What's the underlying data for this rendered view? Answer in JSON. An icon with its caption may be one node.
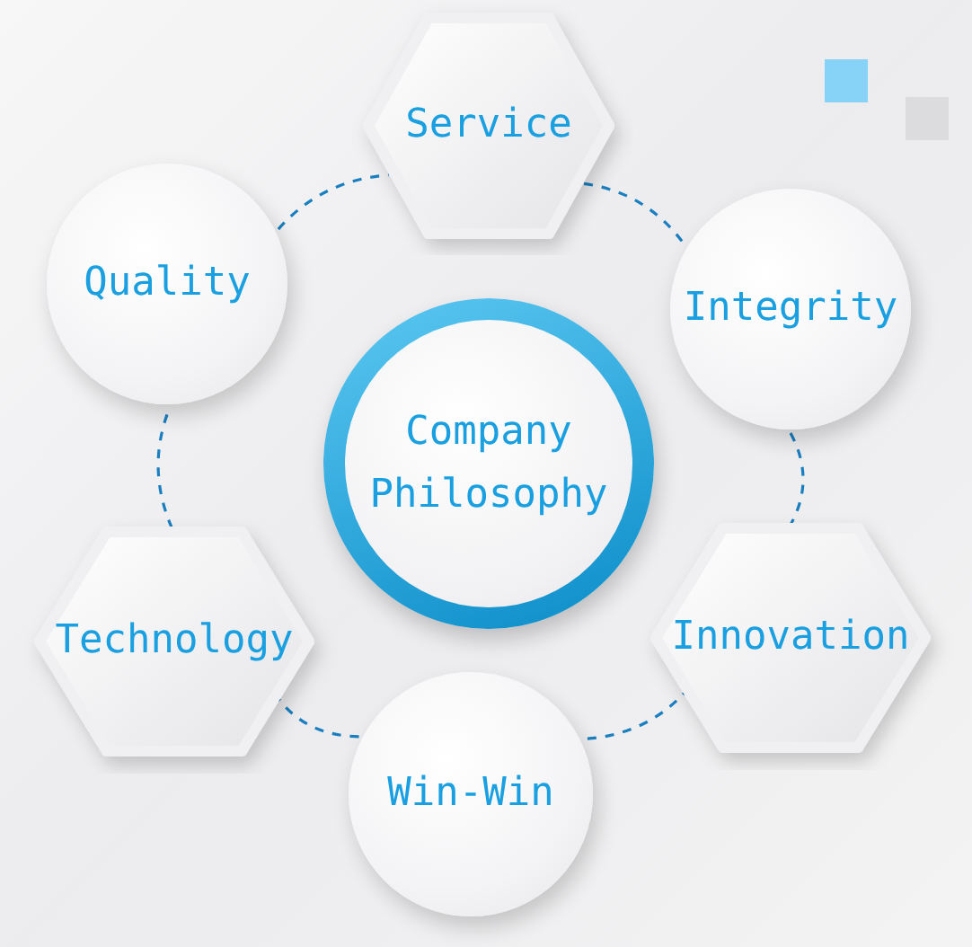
{
  "diagram": {
    "nodes": [
      {
        "text": [
          "Company Philosophy"
        ]
      },
      {
        "text": [
          "Service"
        ]
      },
      {
        "text": [
          "Integrity"
        ]
      },
      {
        "text": [
          "Innovation"
        ]
      },
      {
        "text": [
          "Win-Win"
        ]
      },
      {
        "text": [
          "Technology"
        ]
      },
      {
        "text": [
          "Quality"
        ]
      }
    ],
    "edges": [
      {
        "from": 1,
        "to": 2,
        "arrow": "none",
        "style": "dashed"
      },
      {
        "from": 2,
        "to": 3,
        "arrow": "none",
        "style": "dashed"
      },
      {
        "from": 3,
        "to": 4,
        "arrow": "none",
        "style": "dashed"
      },
      {
        "from": 4,
        "to": 5,
        "arrow": "none",
        "style": "dashed"
      },
      {
        "from": 5,
        "to": 6,
        "arrow": "none",
        "style": "dashed"
      },
      {
        "from": 6,
        "to": 1,
        "arrow": "none",
        "style": "dashed"
      }
    ]
  }
}
